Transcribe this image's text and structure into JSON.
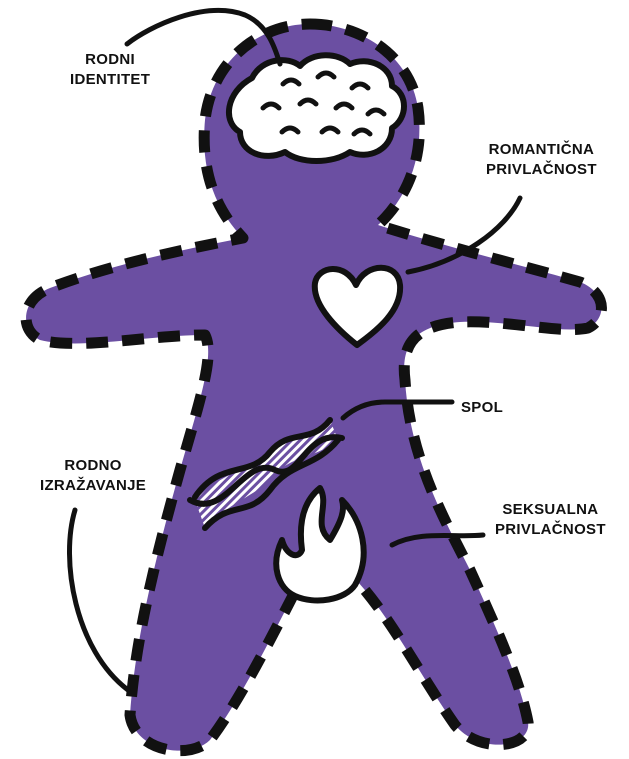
{
  "colors": {
    "body_fill": "#6b4fa2",
    "outline": "#111111",
    "inner_fill": "#ffffff",
    "background": "#ffffff"
  },
  "labels": {
    "gender_identity": [
      "RODNI",
      "IDENTITET"
    ],
    "romantic_attraction": [
      "ROMANTIČNA",
      "PRIVLAČNOST"
    ],
    "sex": [
      "SPOL"
    ],
    "gender_expression": [
      "RODNO",
      "IZRAŽAVANJE"
    ],
    "sexual_attraction": [
      "SEKSUALNA",
      "PRIVLAČNOST"
    ]
  },
  "icons": {
    "head": "brain-icon",
    "chest": "heart-icon",
    "torso": "dna-icon",
    "pelvis": "flame-icon"
  }
}
